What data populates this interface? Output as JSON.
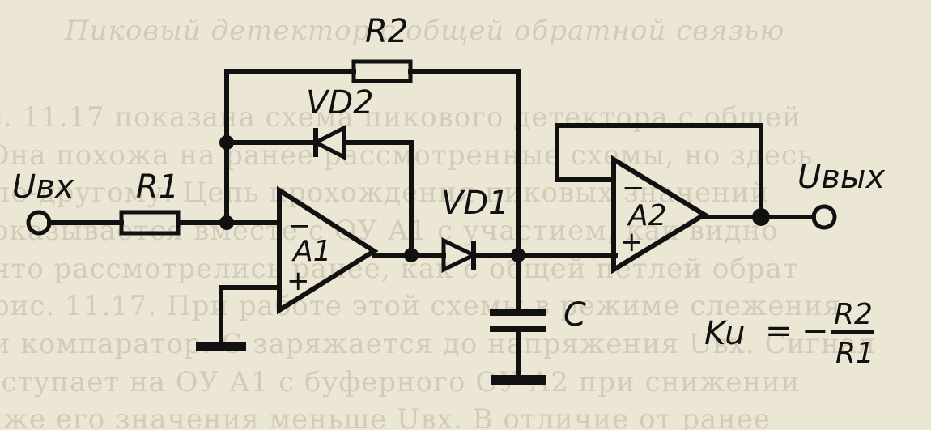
{
  "background_text": [
    "Пиковый детектор с общей обратной связью",
    "ис. 11.17 показана схема пикового детектора с общей",
    ". Она похожа на ранее рассмотренные схемы, но здесь",
    "по-другому. Цепь прохождения пиковых значений",
    "оказывается вместе с ОУ А1 с участием, как видно",
    "что рассмотрелись ранее, как с общей петлей обрат",
    "рис. 11.17. При работе этой схемы в режиме слежения",
    "и компаратор. С заряжается до напряжения Uвх. Сигнал",
    "оступает на ОУ А1 с буферного ОУ А2 при снижении",
    "иже его значения меньше Uвх. В отличие от ранее"
  ],
  "labels": {
    "r2": "R2",
    "r1": "R1",
    "vd2": "VD2",
    "vd1": "VD1",
    "a1": "A1",
    "a2": "A2",
    "c": "C",
    "uin": "Uвх",
    "uout": "Uвых"
  },
  "formula": {
    "lhs": "Ku",
    "eq": "=",
    "minus": "−",
    "num": "R2",
    "den": "R1"
  },
  "signs": {
    "minus": "−",
    "plus": "+"
  }
}
